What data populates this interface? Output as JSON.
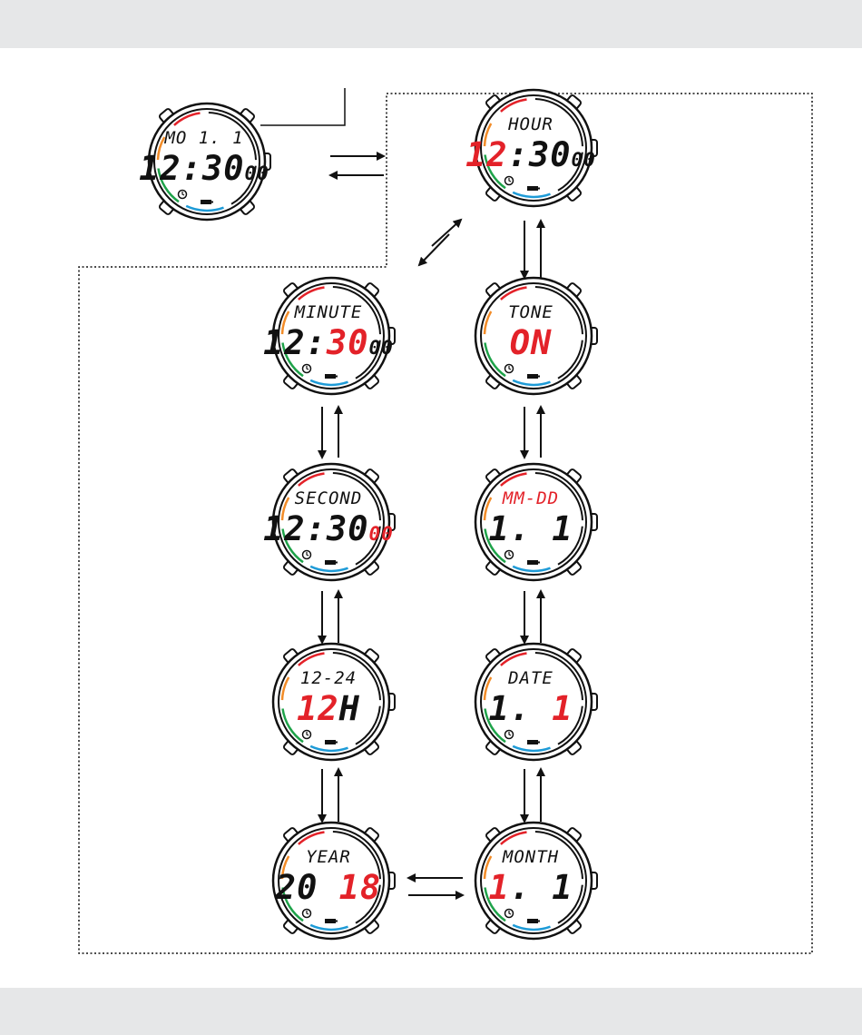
{
  "colors": {
    "accent": "#e32229",
    "arc_red": "#e32229",
    "arc_orange": "#f28c28",
    "arc_green": "#1fa34a",
    "arc_blue": "#1e9bd7",
    "ink": "#111111"
  },
  "icons": [
    "clock-icon",
    "battery-icon"
  ],
  "watches": [
    {
      "id": "home",
      "label": "MO  1. 1",
      "main": "12:30",
      "main_accent": "",
      "sec": "00",
      "label_accent": false
    },
    {
      "id": "hour",
      "label": "HOUR",
      "main_pre": "",
      "main_accent": "12",
      "main_post": ":30",
      "sec": "00",
      "label_accent": false
    },
    {
      "id": "tone",
      "label": "TONE",
      "main_pre": "",
      "main_accent": "ON",
      "main_post": "",
      "sec": "",
      "label_accent": false
    },
    {
      "id": "mmdd",
      "label": "MM-DD",
      "main_pre": "1. 1",
      "main_accent": "",
      "main_post": "",
      "sec": "",
      "label_accent": true
    },
    {
      "id": "date",
      "label": "DATE",
      "main_pre": "1. ",
      "main_accent": "1",
      "main_post": "",
      "sec": "",
      "label_accent": false
    },
    {
      "id": "month",
      "label": "MONTH",
      "main_pre": "",
      "main_accent": "1",
      "main_post": ". 1",
      "sec": "",
      "label_accent": false
    },
    {
      "id": "minute",
      "label": "MINUTE",
      "main_pre": "12:",
      "main_accent": "30",
      "main_post": "",
      "sec": "00",
      "label_accent": false
    },
    {
      "id": "second",
      "label": "SECOND",
      "main_pre": "12:30",
      "main_accent": "",
      "main_post": "",
      "sec": "00",
      "sec_accent": true,
      "label_accent": false
    },
    {
      "id": "h1224",
      "label": "12-24",
      "main_pre": "",
      "main_accent": "12",
      "main_post": "H",
      "sec": "",
      "label_accent": false
    },
    {
      "id": "year",
      "label": "YEAR",
      "main_pre": "20 ",
      "main_accent": "18",
      "main_post": "",
      "sec": "",
      "label_accent": false
    }
  ]
}
